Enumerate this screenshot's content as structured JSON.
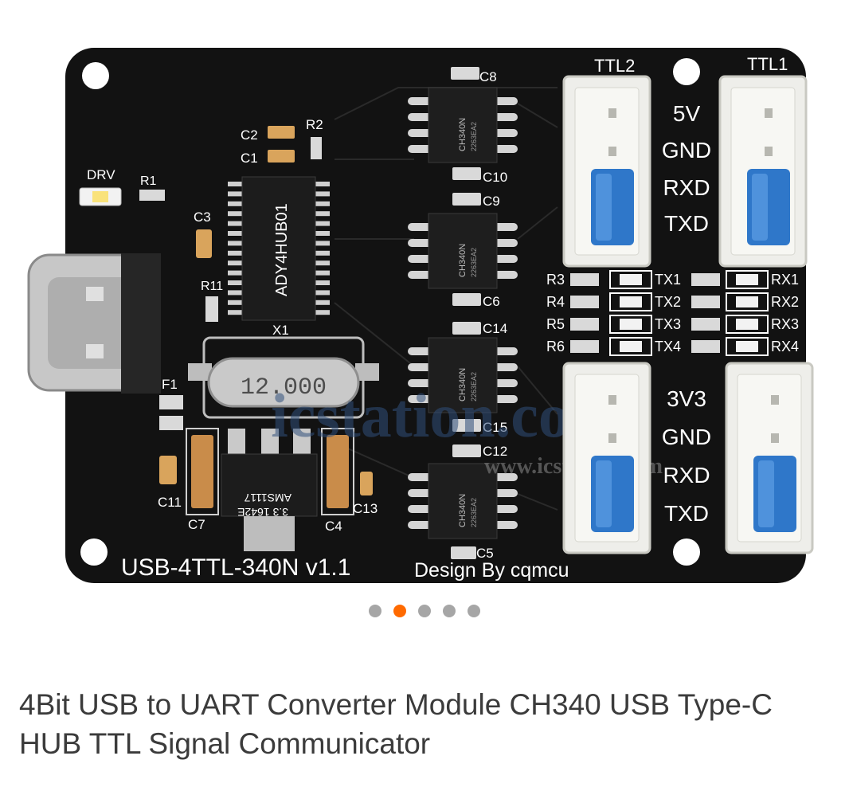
{
  "product": {
    "title": "4Bit USB to UART Converter Module CH340 USB Type-C HUB TTL Signal Communicator"
  },
  "gallery": {
    "image_count": 5,
    "active_index": 1,
    "accent_color": "#ff6a00",
    "inactive_color": "#a6a6a6"
  },
  "board": {
    "model": "USB-4TTL-340N v1.1",
    "credit": "Design By cqmcu",
    "hub_chip": "ADY4HUB01",
    "crystal": "12.000",
    "regulator": "AMS1117",
    "regulator_code": "3.3 1642E",
    "uart_chip": "CH340N",
    "uart_chip_code": "2263EA2",
    "watermark": "icstation.com",
    "watermark_url": "www.icstation.com",
    "header_ttl2": "TTL2",
    "header_ttl1": "TTL1",
    "pin_labels_top": [
      "5V",
      "GND",
      "RXD",
      "TXD"
    ],
    "pin_labels_bottom": [
      "3V3",
      "GND",
      "RXD",
      "TXD"
    ],
    "led_rows": [
      {
        "r": "R3",
        "tx": "TX1",
        "rx": "RX1"
      },
      {
        "r": "R4",
        "tx": "TX2",
        "rx": "RX2"
      },
      {
        "r": "R5",
        "tx": "TX3",
        "rx": "RX3"
      },
      {
        "r": "R6",
        "tx": "TX4",
        "rx": "RX4"
      }
    ],
    "labels": {
      "drv": "DRV",
      "r1": "R1",
      "r2": "R2",
      "c1": "C1",
      "c2": "C2",
      "c3": "C3",
      "r11": "R11",
      "x1": "X1",
      "f1": "F1",
      "c11": "C11",
      "c7": "C7",
      "c4": "C4",
      "c13": "C13",
      "c8": "C8",
      "c10": "C10",
      "c9": "C9",
      "c6": "C6",
      "c14": "C14",
      "c15": "C15",
      "c12": "C12",
      "c5": "C5"
    }
  }
}
